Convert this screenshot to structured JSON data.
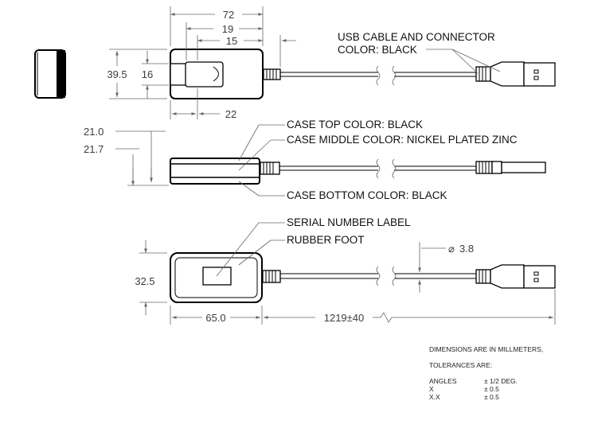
{
  "dimensions": {
    "top_width": "72",
    "top_19": "19",
    "top_15": "15",
    "top_height": "39.5",
    "top_16": "16",
    "top_22": "22",
    "side_21_0": "21.0",
    "side_21_7": "21.7",
    "bottom_height": "32.5",
    "bottom_width": "65.0",
    "cable_length": "1219±40",
    "cable_diameter": "3.8"
  },
  "callouts": {
    "cable_line1": "USB CABLE AND CONNECTOR",
    "cable_line2": "COLOR: BLACK",
    "case_top": "CASE TOP COLOR: BLACK",
    "case_middle": "CASE MIDDLE COLOR: NICKEL PLATED ZINC",
    "case_bottom": "CASE BOTTOM COLOR: BLACK",
    "serial_label": "SERIAL NUMBER LABEL",
    "rubber_foot": "RUBBER FOOT"
  },
  "notes": {
    "units": "DIMENSIONS ARE IN MILLMETERS,",
    "tolerances_title": "TOLERANCES ARE:",
    "rows": [
      {
        "label": "ANGLES",
        "value": "±  1/2 DEG."
      },
      {
        "label": "X",
        "value": "±  0.5"
      },
      {
        "label": "X.X",
        "value": "±  0.5"
      }
    ]
  },
  "symbols": {
    "diameter": "⌀"
  }
}
